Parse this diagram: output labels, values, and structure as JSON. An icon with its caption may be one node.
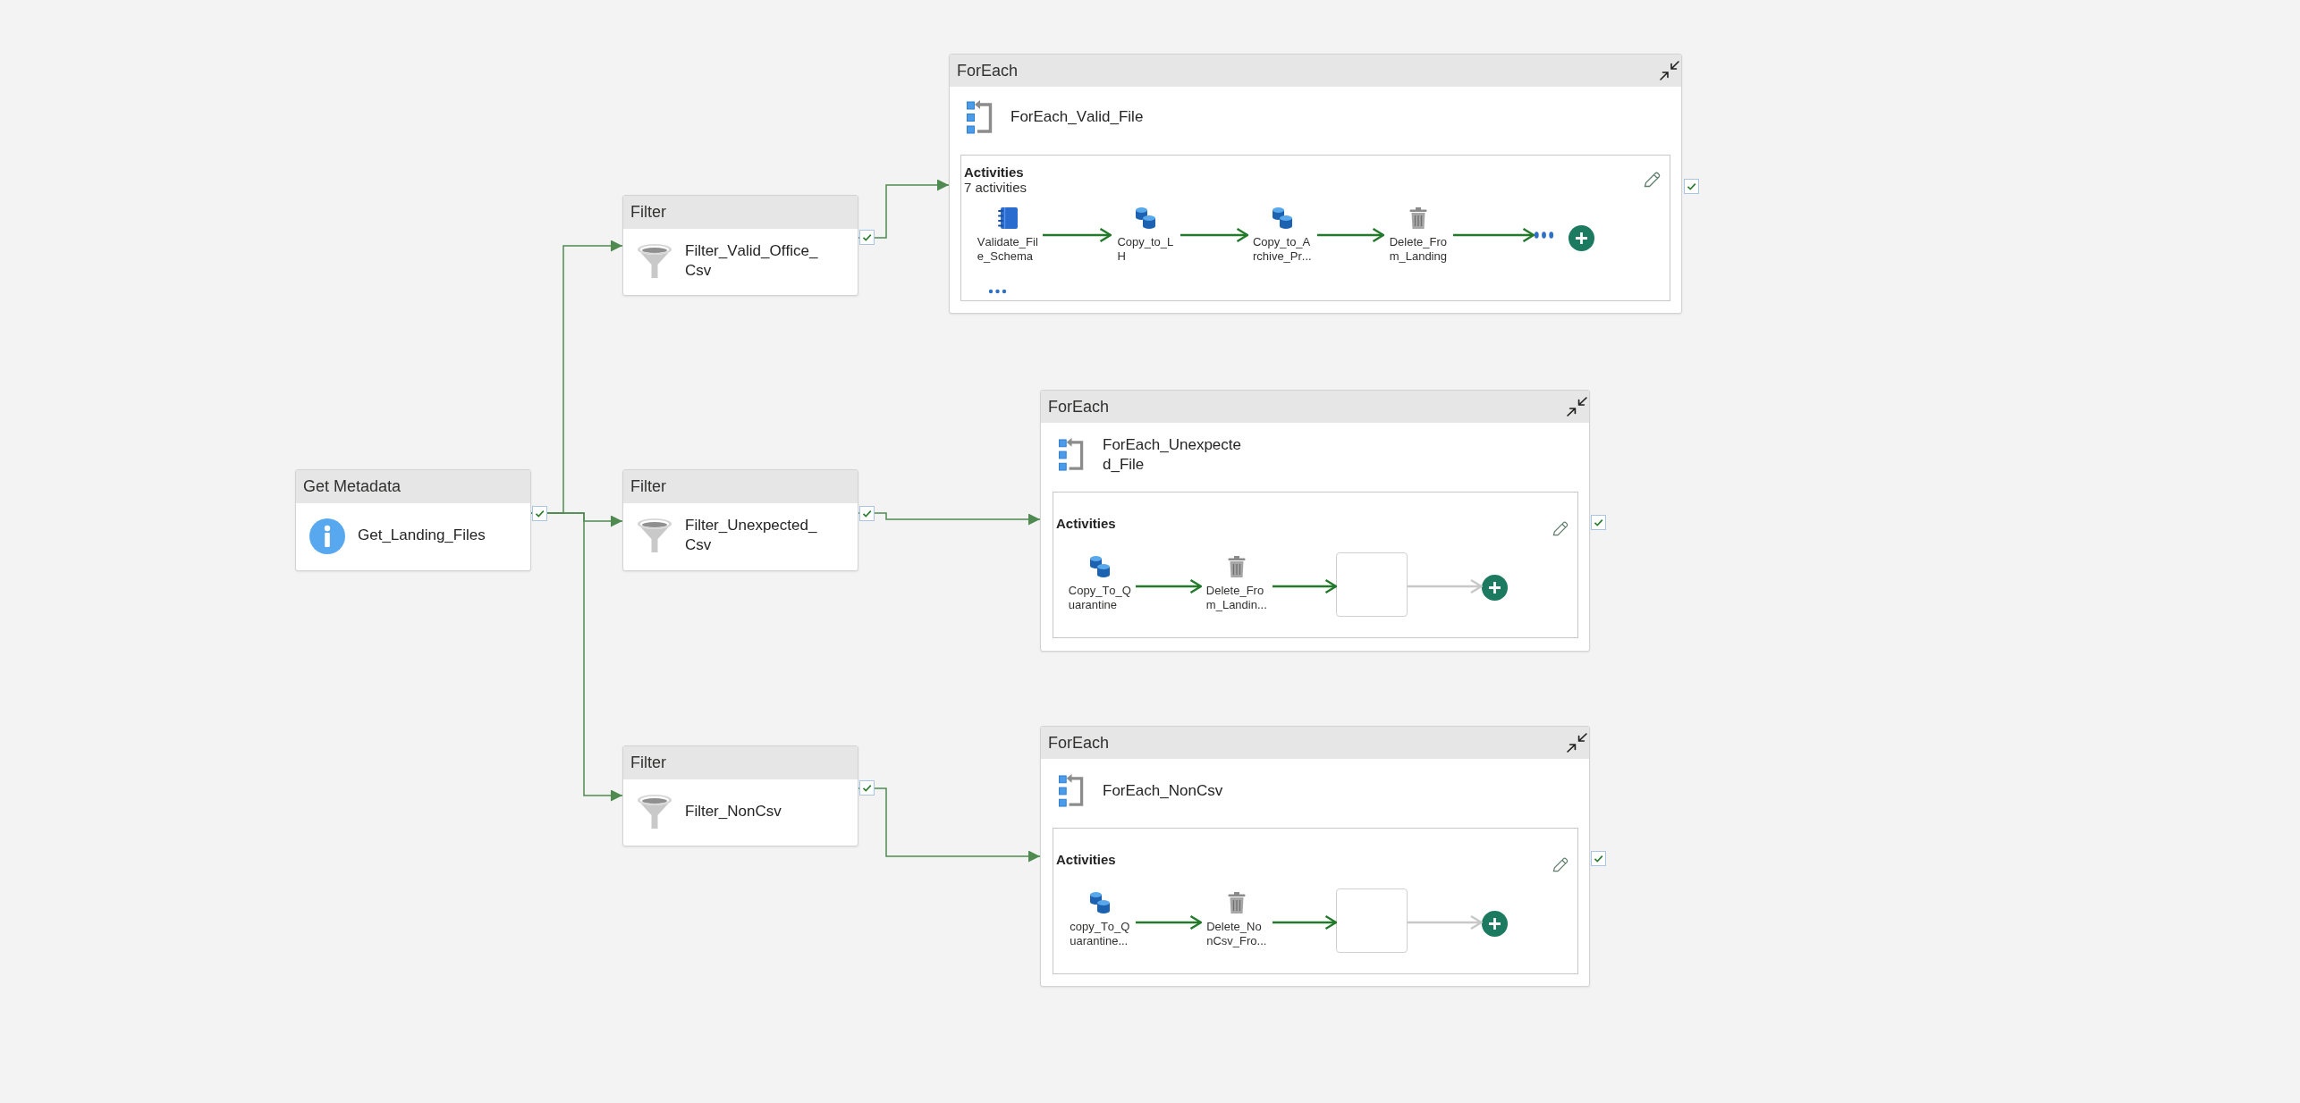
{
  "diagram": {
    "nodes": [
      {
        "text": [
          "Get Metadata",
          "Get_Landing_Files"
        ]
      },
      {
        "text": [
          "Filter",
          "Filter_Valid_Office_Csv"
        ]
      },
      {
        "text": [
          "Filter",
          "Filter_Unexpected_Csv"
        ]
      },
      {
        "text": [
          "Filter",
          "Filter_NonCsv"
        ]
      },
      {
        "text": [
          "ForEach",
          "ForEach_Valid_File"
        ]
      },
      {
        "text": [
          "Activities",
          "7 activities"
        ],
        "in": 4
      },
      {
        "text": [
          "Validate_File_Schema"
        ],
        "in": 5
      },
      {
        "text": [
          "Copy_to_LH"
        ],
        "in": 5
      },
      {
        "text": [
          "Copy_to_Archive_Pr..."
        ],
        "in": 5
      },
      {
        "text": [
          "Delete_From_Landing"
        ],
        "in": 5
      },
      {
        "text": [],
        "shape": "dots",
        "in": 5
      },
      {
        "text": [],
        "shape": "circle",
        "in": 5
      },
      {
        "text": [
          "ForEach",
          "ForEach_Unexpected_File"
        ]
      },
      {
        "text": [
          "Activities"
        ],
        "in": 12
      },
      {
        "text": [
          "Copy_To_Quarantine"
        ],
        "in": 13
      },
      {
        "text": [
          "Delete_From_Landin..."
        ],
        "in": 13
      },
      {
        "text": [],
        "shape": "box",
        "in": 13
      },
      {
        "text": [],
        "shape": "circle",
        "in": 13
      },
      {
        "text": [
          "ForEach",
          "ForEach_NonCsv"
        ]
      },
      {
        "text": [
          "Activities"
        ],
        "in": 18
      },
      {
        "text": [
          "copy_To_Quarantine..."
        ],
        "in": 19
      },
      {
        "text": [
          "Delete_NonCsv_Fro..."
        ],
        "in": 19
      },
      {
        "text": [],
        "shape": "box",
        "in": 19
      },
      {
        "text": [],
        "shape": "circle",
        "in": 19
      }
    ],
    "edges": [
      {
        "from": 0,
        "to": 1,
        "arrow": "to",
        "color": "#4f8a50"
      },
      {
        "from": 0,
        "to": 2,
        "arrow": "to",
        "color": "#4f8a50"
      },
      {
        "from": 0,
        "to": 3,
        "arrow": "to",
        "color": "#4f8a50"
      },
      {
        "from": 1,
        "to": 4,
        "arrow": "to",
        "color": "#4f8a50"
      },
      {
        "from": 2,
        "to": 12,
        "arrow": "to",
        "color": "#4f8a50"
      },
      {
        "from": 3,
        "to": 18,
        "arrow": "to",
        "color": "#4f8a50"
      },
      {
        "from": 6,
        "to": 7,
        "arrow": "to"
      },
      {
        "from": 7,
        "to": 8,
        "arrow": "to"
      },
      {
        "from": 8,
        "to": 9,
        "arrow": "to"
      },
      {
        "from": 9,
        "to": 10,
        "arrow": "to"
      },
      {
        "from": 14,
        "to": 15,
        "arrow": "to"
      },
      {
        "from": 15,
        "to": 16,
        "arrow": "to"
      },
      {
        "from": 16,
        "to": 17,
        "arrow": "to",
        "color": "#c8c8c8"
      },
      {
        "from": 20,
        "to": 21,
        "arrow": "to"
      },
      {
        "from": 21,
        "to": 22,
        "arrow": "to"
      },
      {
        "from": 22,
        "to": 23,
        "arrow": "to",
        "color": "#c8c8c8"
      }
    ]
  }
}
